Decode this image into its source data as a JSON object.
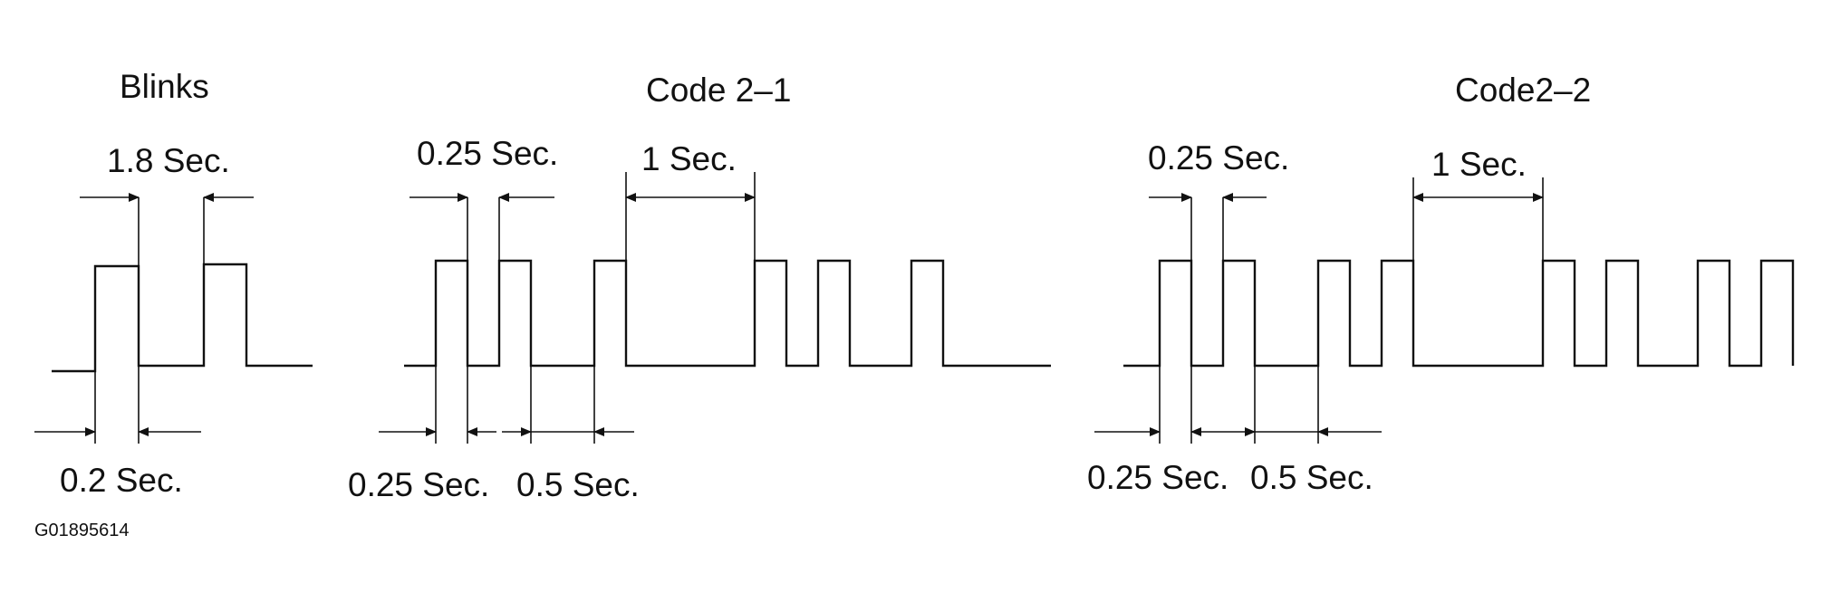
{
  "titles": {
    "blinks": "Blinks",
    "code21": "Code 2–1",
    "code22": "Code2–2"
  },
  "labels": {
    "blinks_period": "1.8 Sec.",
    "blinks_width": "0.2 Sec.",
    "code21_pulse": "0.25 Sec.",
    "code21_low": "0.25 Sec.",
    "code21_gap": "0.5 Sec.",
    "code21_pause": "1 Sec.",
    "code22_pulse": "0.25 Sec.",
    "code22_low": "0.25 Sec.",
    "code22_gap": "0.5 Sec.",
    "code22_pause": "1 Sec."
  },
  "figure_id": "G01895614"
}
